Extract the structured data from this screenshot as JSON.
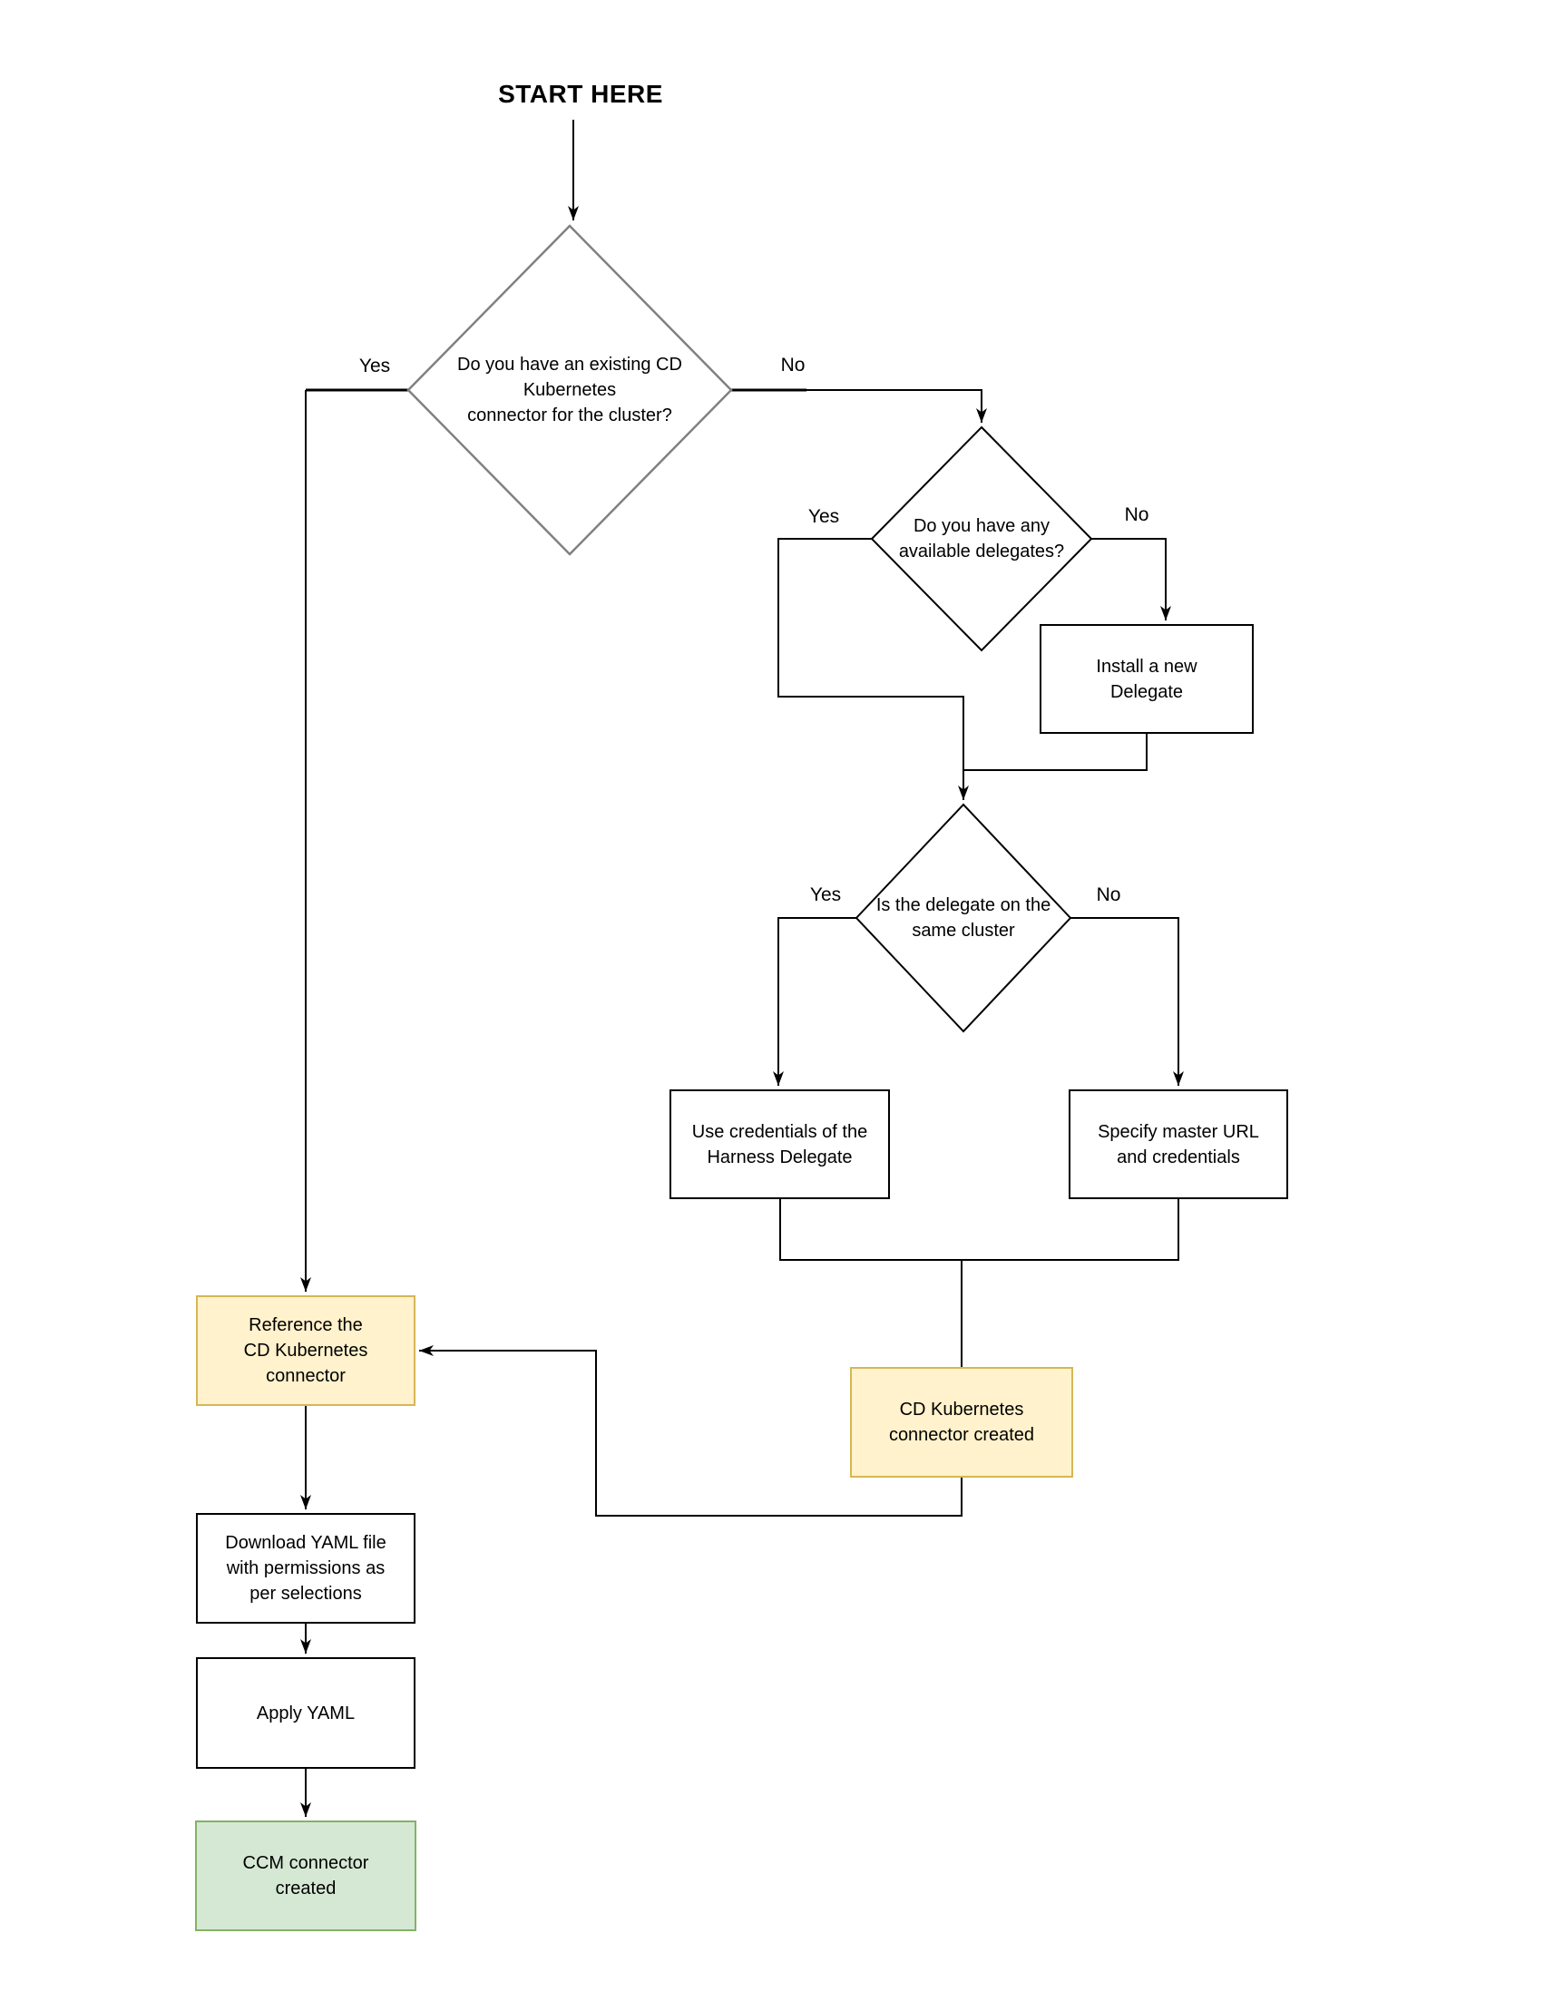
{
  "start_label": "START HERE",
  "colors": {
    "line": "#000000",
    "decision_gray": "#808080",
    "shape_border": "#000000",
    "shape_fill": "#ffffff",
    "milestone_fill": "#fff2cc",
    "milestone_border": "#d6b656",
    "success_fill": "#d5e8d4",
    "success_border": "#82b366",
    "text": "#000000",
    "background": "#ffffff"
  },
  "nodes": {
    "decision_existing": {
      "label": "Do you have an existing CD\nKubernetes\nconnector for the cluster?"
    },
    "decision_delegates": {
      "label": "Do you have any\navailable delegates?"
    },
    "decision_same_cluster": {
      "label": "Is the delegate on the\nsame cluster"
    },
    "install_delegate": {
      "label": "Install a new\nDelegate"
    },
    "use_credentials": {
      "label": "Use credentials of the\nHarness Delegate"
    },
    "specify_master": {
      "label": "Specify master URL\nand credentials"
    },
    "reference_connector": {
      "label": "Reference the\nCD Kubernetes\nconnector"
    },
    "cd_connector_created": {
      "label": "CD Kubernetes\nconnector created"
    },
    "download_yaml": {
      "label": "Download YAML file\nwith permissions as\nper selections"
    },
    "apply_yaml": {
      "label": "Apply YAML"
    },
    "ccm_connector_created": {
      "label": "CCM connector\ncreated"
    }
  },
  "edge_labels": [
    {
      "text": "Yes"
    },
    {
      "text": "No"
    },
    {
      "text": "Yes"
    },
    {
      "text": "No"
    },
    {
      "text": "Yes"
    },
    {
      "text": "No"
    }
  ]
}
